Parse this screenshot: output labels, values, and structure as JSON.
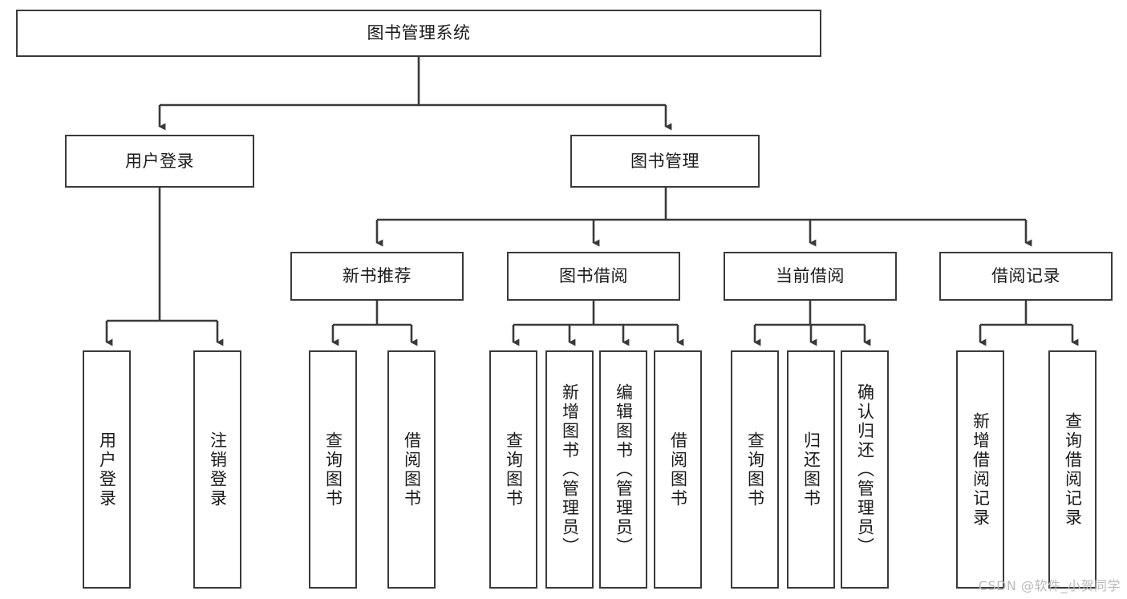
{
  "diagram": {
    "title": "图书管理系统",
    "type": "tree-hierarchy",
    "watermark": "CSDN @软件_小贺同学",
    "colors": {
      "background": "#ffffff",
      "box_border": "#3a3a3a",
      "box_fill": "#ffffff",
      "connector": "#3a3a3a",
      "text": "#1a1a1a",
      "watermark": "#b9b9b9"
    },
    "root": {
      "id": "root",
      "label": "图书管理系统"
    },
    "level2": [
      {
        "id": "user-login",
        "label": "用户登录"
      },
      {
        "id": "book-manage",
        "label": "图书管理"
      }
    ],
    "level3": [
      {
        "id": "new-book-recommend",
        "label": "新书推荐"
      },
      {
        "id": "book-borrow",
        "label": "图书借阅"
      },
      {
        "id": "current-borrow",
        "label": "当前借阅"
      },
      {
        "id": "borrow-record",
        "label": "借阅记录"
      }
    ],
    "leaves": {
      "user_login": [
        {
          "id": "leaf-user-login",
          "label": "用户登录"
        },
        {
          "id": "leaf-user-logout",
          "label": "注销登录"
        }
      ],
      "new_book_recommend": [
        {
          "id": "leaf-query-book-1",
          "label": "查询图书"
        },
        {
          "id": "leaf-borrow-book-1",
          "label": "借阅图书"
        }
      ],
      "book_borrow": [
        {
          "id": "leaf-query-book-2",
          "label": "查询图书"
        },
        {
          "id": "leaf-add-book",
          "label": "新增图书（管理员）"
        },
        {
          "id": "leaf-edit-book",
          "label": "编辑图书（管理员）"
        },
        {
          "id": "leaf-borrow-book-2",
          "label": "借阅图书"
        }
      ],
      "current_borrow": [
        {
          "id": "leaf-query-book-3",
          "label": "查询图书"
        },
        {
          "id": "leaf-return-book",
          "label": "归还图书"
        },
        {
          "id": "leaf-confirm-return",
          "label": "确认归还（管理员）"
        }
      ],
      "borrow_record": [
        {
          "id": "leaf-add-record",
          "label": "新增借阅记录"
        },
        {
          "id": "leaf-query-record",
          "label": "查询借阅记录"
        }
      ]
    }
  }
}
